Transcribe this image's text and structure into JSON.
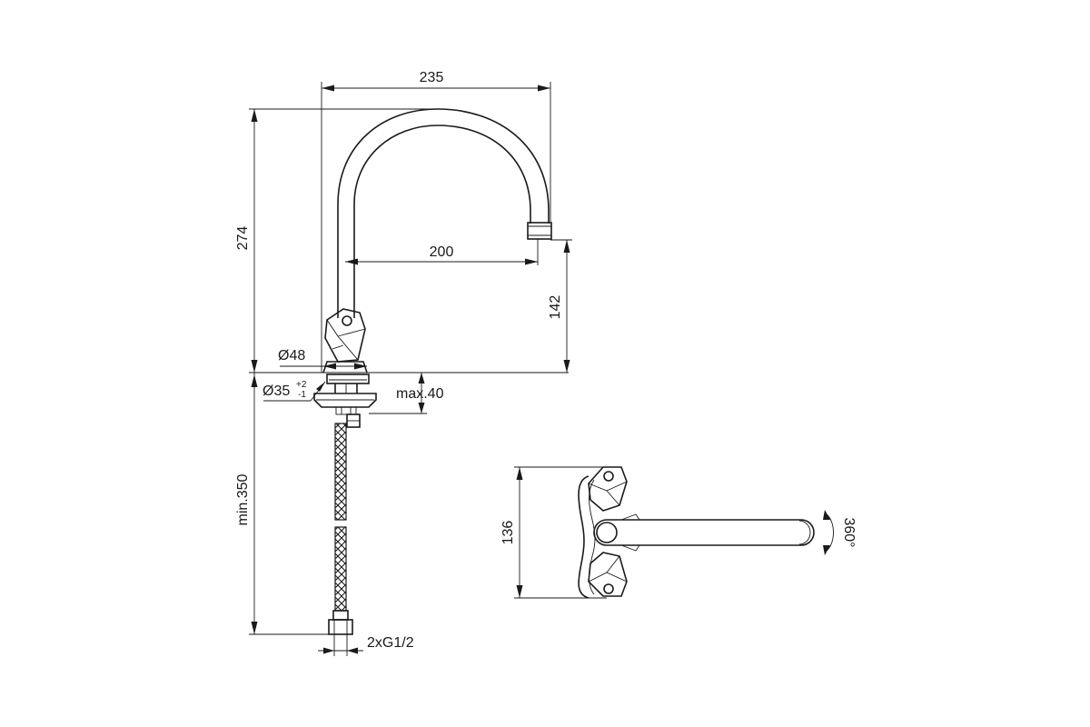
{
  "dimensions": {
    "spout_width": "235",
    "total_height": "274",
    "spout_reach": "200",
    "spout_clearance": "142",
    "base_diameter": "Ø48",
    "hole_diameter": "Ø35",
    "hole_tol_upper": "+2",
    "hole_tol_lower": "-1",
    "deck_thickness": "max.40",
    "hose_length": "min.350",
    "connection": "2xG1/2",
    "top_view_width": "136",
    "rotation": "360°"
  }
}
